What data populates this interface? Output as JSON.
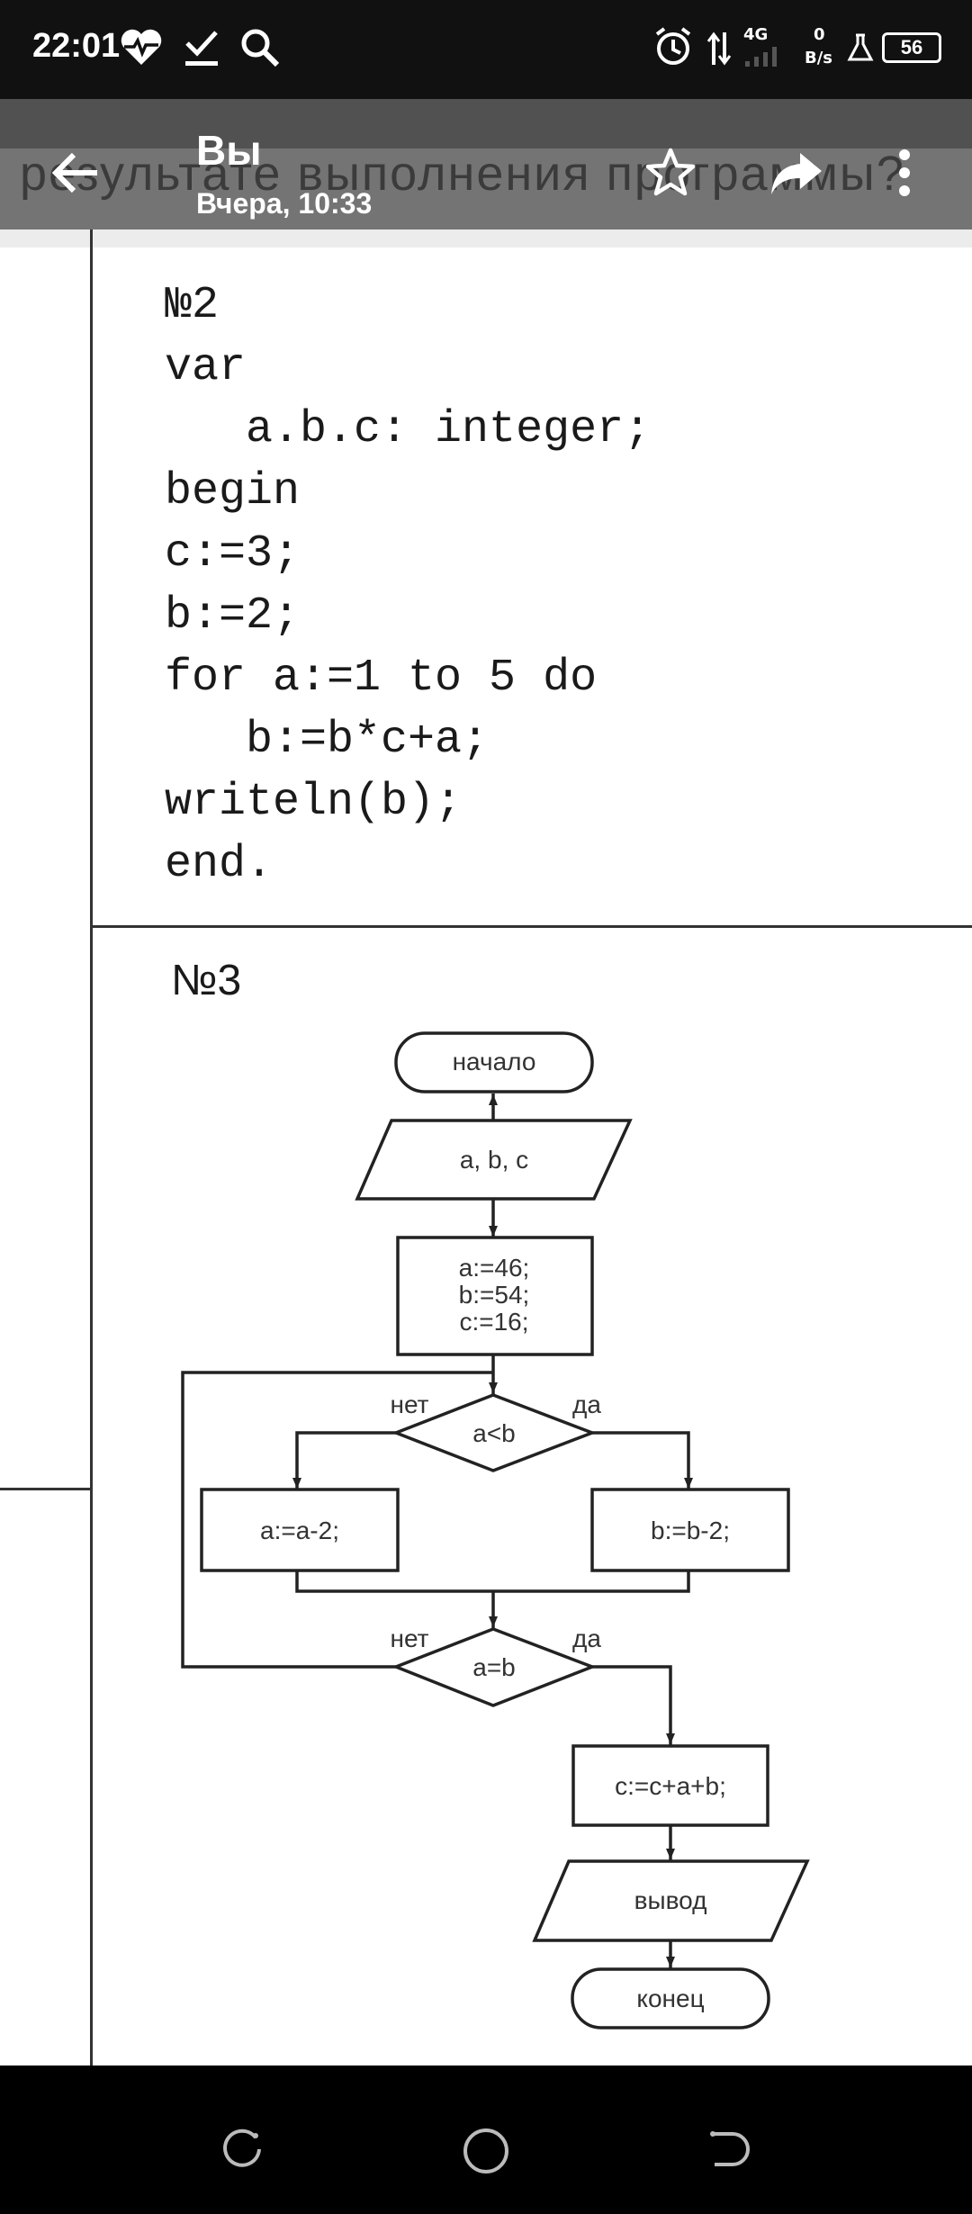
{
  "status_bar": {
    "time": "22:01",
    "network": "4G",
    "speed_value": "0",
    "speed_unit": "B/s",
    "battery": "56",
    "icons": [
      "heart-pulse-icon",
      "check-icon",
      "search-icon",
      "alarm-icon",
      "data-arrows-icon",
      "signal-icon",
      "flask-icon",
      "battery-icon"
    ]
  },
  "app_bar": {
    "title": "Вы",
    "subtitle": "Вчера, 10:33",
    "icons": [
      "back-arrow-icon",
      "star-icon",
      "share-icon",
      "more-icon"
    ]
  },
  "photo": {
    "header_text": "результате выполнения программы?",
    "task2": {
      "label": "№2",
      "lines": [
        "var",
        "   a.b.c: integer;",
        "begin",
        "c:=3;",
        "b:=2;",
        "for a:=1 to 5 do",
        "   b:=b*c+a;",
        "writeln(b);",
        "end."
      ]
    },
    "task3": {
      "label": "№3",
      "flowchart": {
        "start": "начало",
        "input": "a, b, c",
        "assign": [
          "a:=46;",
          "b:=54;",
          "c:=16;"
        ],
        "cond1": "a<b",
        "cond1_no": "нет",
        "cond1_yes": "да",
        "branch_left": "a:=a-2;",
        "branch_right": "b:=b-2;",
        "cond2": "a=b",
        "cond2_no": "нет",
        "cond2_yes": "да",
        "compute": "c:=c+a+b;",
        "output": "вывод",
        "end": "конец"
      }
    }
  },
  "nav_bar": {
    "icons": [
      "recents-icon",
      "home-icon",
      "back-icon"
    ]
  }
}
